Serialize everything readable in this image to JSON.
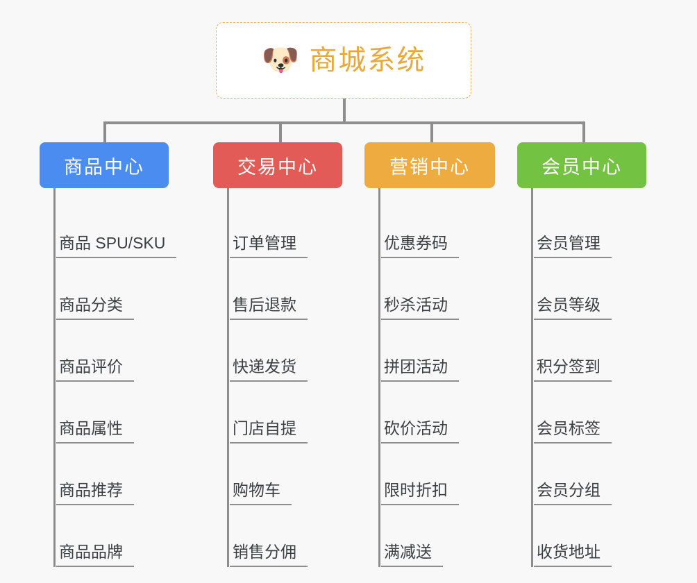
{
  "page": {
    "background_color": "#f8f8f8",
    "type": "mindmap"
  },
  "root": {
    "icon": "dog-face-icon",
    "icon_glyph": "🐶",
    "title": "商城系统",
    "title_color": "#e8a93c",
    "border_color": "#e8b159"
  },
  "connector_color": "#8d8d8d",
  "branches": [
    {
      "label": "商品中心",
      "color": "#4a8cf0",
      "items": [
        "商品 SPU/SKU",
        "商品分类",
        "商品评价",
        "商品属性",
        "商品推荐",
        "商品品牌"
      ]
    },
    {
      "label": "交易中心",
      "color": "#e25b57",
      "items": [
        "订单管理",
        "售后退款",
        "快递发货",
        "门店自提",
        "购物车",
        "销售分佣"
      ]
    },
    {
      "label": "营销中心",
      "color": "#eeab3f",
      "items": [
        "优惠券码",
        "秒杀活动",
        "拼团活动",
        "砍价活动",
        "限时折扣",
        "满减送"
      ]
    },
    {
      "label": "会员中心",
      "color": "#73c242",
      "items": [
        "会员管理",
        "会员等级",
        "积分签到",
        "会员标签",
        "会员分组",
        "收货地址"
      ]
    }
  ]
}
